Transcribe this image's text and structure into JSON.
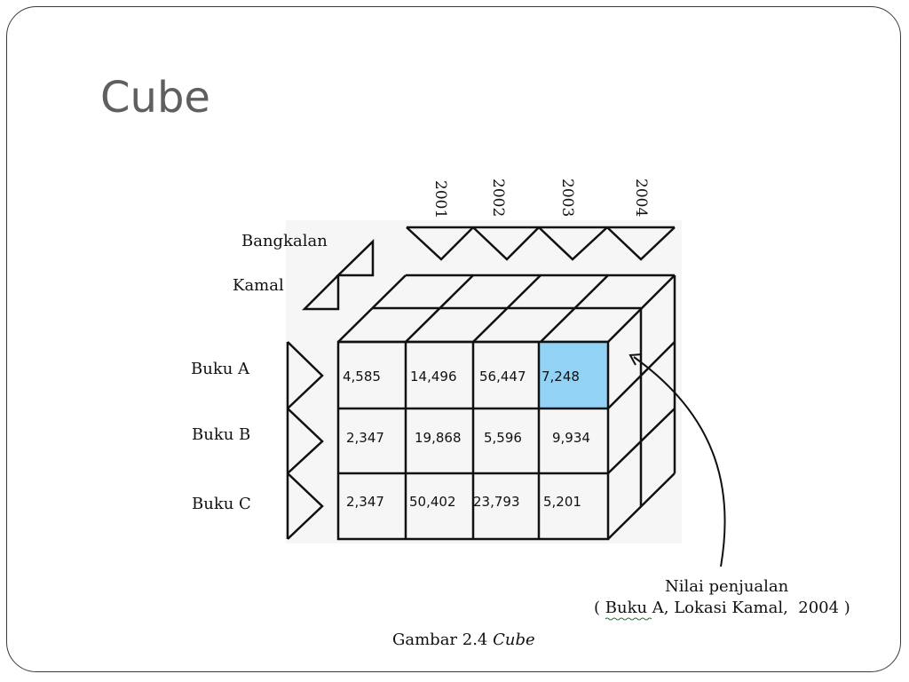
{
  "slide": {
    "title": "Cube"
  },
  "diagram": {
    "years": [
      "2001",
      "2002",
      "2003",
      "2004"
    ],
    "locations": [
      "Bangkalan",
      "Kamal"
    ],
    "products": [
      "Buku A",
      "Buku B",
      "Buku C"
    ],
    "cells": [
      [
        "4,585",
        "14,496",
        "56,447",
        "7,248"
      ],
      [
        "2,347",
        "19,868",
        "5,596",
        "9,934"
      ],
      [
        "2,347",
        "50,402",
        "23,793",
        "5,201"
      ]
    ],
    "highlight_color": "#92d2f5",
    "annotation_line1": "Nilai penjualan",
    "annotation_line2": "( Buku A, Lokasi Kamal,  2004 )",
    "caption_prefix": "Gambar 2.4 ",
    "caption_italic": "Cube"
  }
}
